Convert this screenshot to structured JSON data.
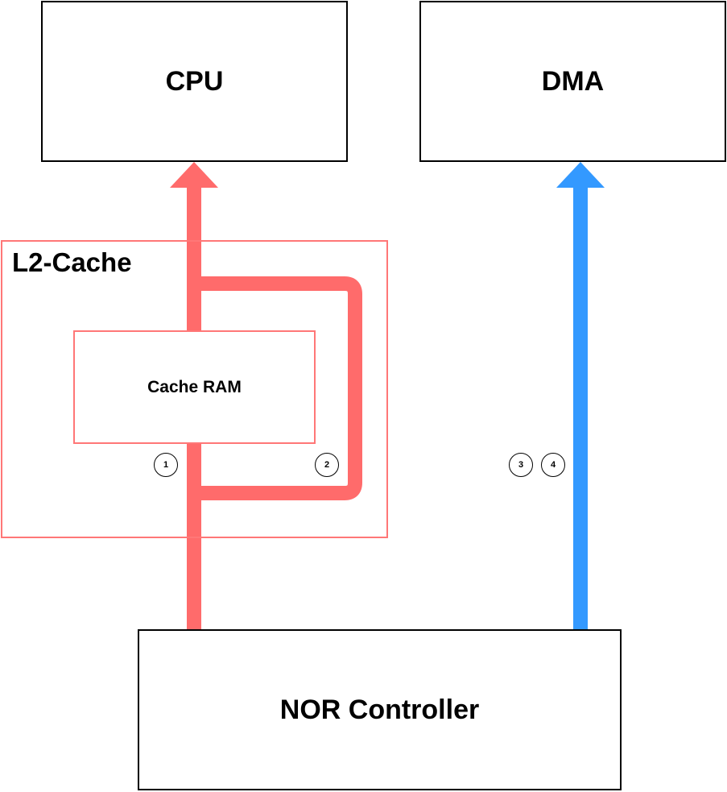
{
  "blocks": {
    "cpu": "CPU",
    "dma": "DMA",
    "l2_cache": "L2-Cache",
    "cache_ram": "Cache RAM",
    "nor_controller": "NOR Controller"
  },
  "steps": [
    "1",
    "2",
    "3",
    "4"
  ],
  "colors": {
    "cache_path": "#ff6b6b",
    "dma_path": "#3399ff",
    "l2_border": "#ff7777",
    "box_border": "#000000"
  }
}
